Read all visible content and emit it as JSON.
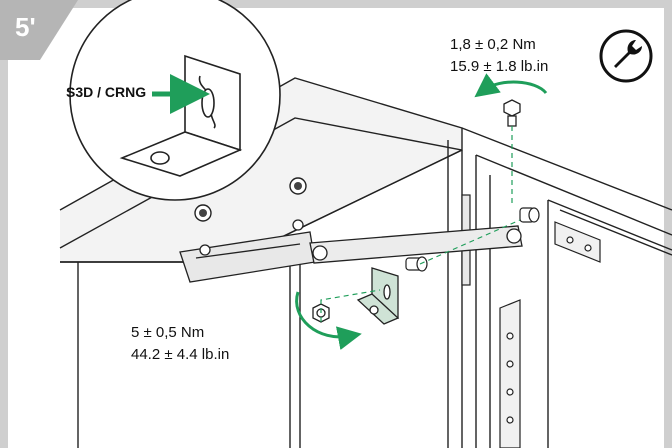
{
  "step": {
    "label": "5'"
  },
  "inset": {
    "part_label": "S3D / CRNG"
  },
  "torque_top": {
    "metric": "1,8 ± 0,2 Nm",
    "imperial": "15.9 ± 1.8 lb.in"
  },
  "torque_bottom": {
    "metric": "5 ± 0,5 Nm",
    "imperial": "44.2 ± 4.4 lb.in"
  },
  "icons": {
    "tool": "wrench-icon",
    "rotate_top": "rotate-ccw-arrow-icon",
    "rotate_bottom": "rotate-cw-arrow-icon",
    "insert": "insert-arrow-icon"
  },
  "colors": {
    "accent": "#1f9e5a",
    "bracket": "#cfe3d6",
    "frame": "#cfcfcf",
    "tab": "#b5b5b5"
  }
}
